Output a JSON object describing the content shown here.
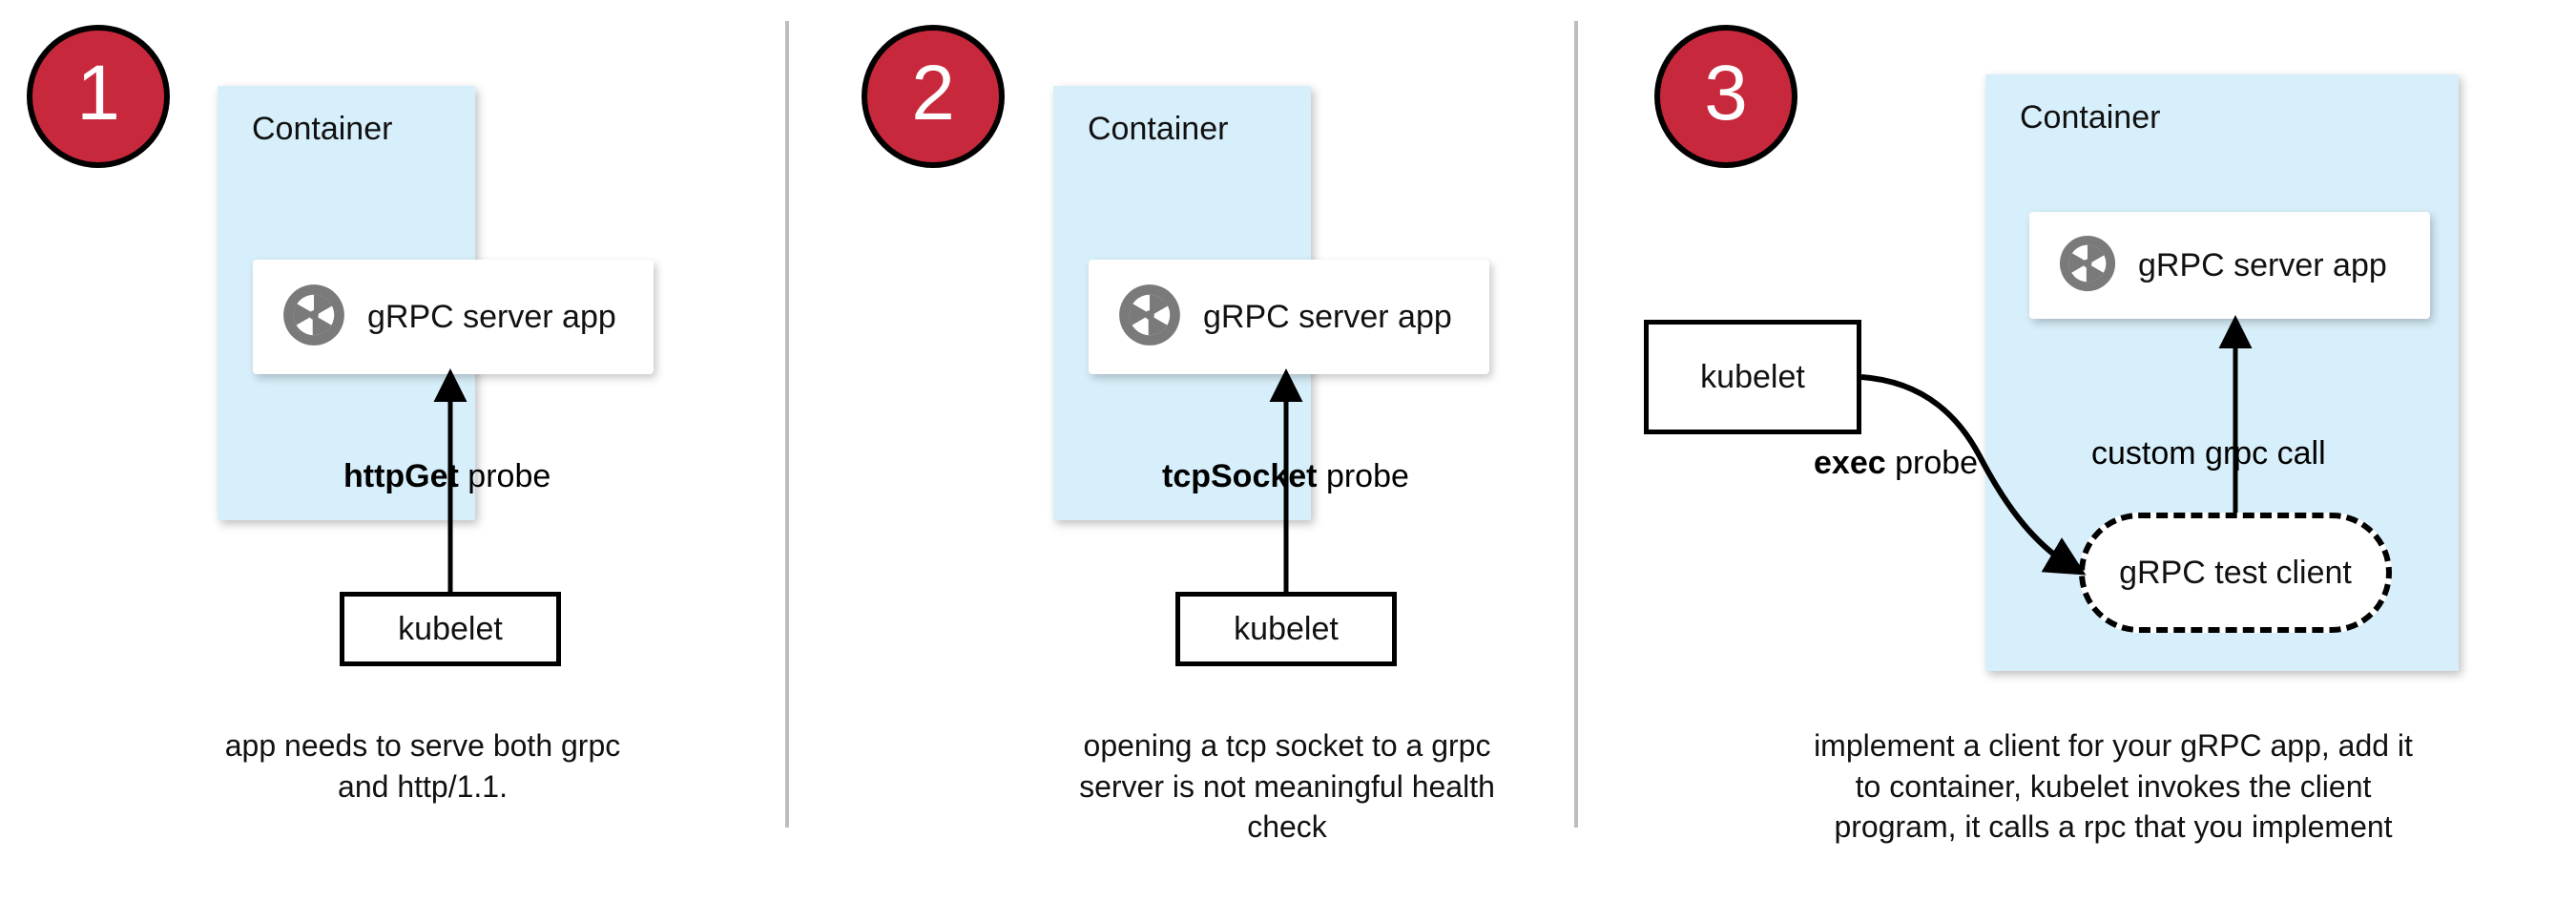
{
  "diagram": {
    "title": "gRPC health checking probe approaches in Kubernetes",
    "divider_color": "#bdbdbd",
    "badge_color": "#c8283c",
    "container_fill": "#d7effa",
    "panels": [
      {
        "number": "1",
        "container_label": "Container",
        "app_label": "gRPC server app",
        "app_icon": "grpc-logo-icon",
        "probe_label_bold": "httpGet",
        "probe_label_rest": " probe",
        "kubelet_label": "kubelet",
        "caption": "app needs to serve both grpc and http/1.1."
      },
      {
        "number": "2",
        "container_label": "Container",
        "app_label": "gRPC server app",
        "app_icon": "grpc-logo-icon",
        "probe_label_bold": "tcpSocket",
        "probe_label_rest": " probe",
        "kubelet_label": "kubelet",
        "caption": "opening a tcp socket to a grpc server is not meaningful health check"
      },
      {
        "number": "3",
        "container_label": "Container",
        "app_label": "gRPC server app",
        "app_icon": "grpc-logo-icon",
        "probe_label_bold": "exec",
        "probe_label_rest": " probe",
        "call_label": "custom grpc call",
        "test_client_label": "gRPC test client",
        "kubelet_label": "kubelet",
        "caption": "implement a client for your gRPC app, add it to container, kubelet invokes the client program, it calls a rpc that you implement"
      }
    ]
  }
}
